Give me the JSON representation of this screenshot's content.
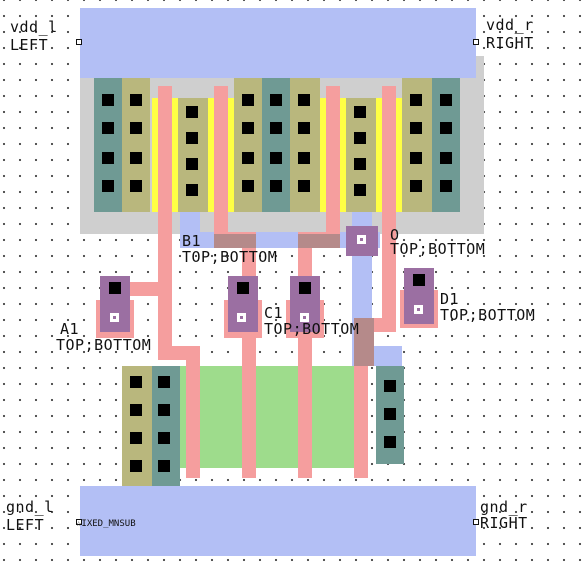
{
  "colors": {
    "metal1": "#b3bff5",
    "nwell": "#cfcfcf",
    "diff_p": "#b9b77d",
    "diff_n": "#6f9a94",
    "poly": "#f59e9e",
    "yellow": "#ffff44",
    "green": "#9edc8c",
    "contact": "#000000",
    "via": "#9b6fa2",
    "local": "#b58a8a"
  },
  "pins": {
    "vdd_l": {
      "name": "vdd_l",
      "dir": "LEFT"
    },
    "vdd_r": {
      "name": "vdd_r",
      "dir": "RIGHT"
    },
    "gnd_l": {
      "name": "gnd_l",
      "dir": "LEFT"
    },
    "gnd_r": {
      "name": "gnd_r",
      "dir": "RIGHT"
    }
  },
  "io": {
    "a1": {
      "name": "A1",
      "access": "TOP;BOTTOM"
    },
    "b1": {
      "name": "B1",
      "access": "TOP;BOTTOM"
    },
    "c1": {
      "name": "C1",
      "access": "TOP;BOTTOM"
    },
    "d1": {
      "name": "D1",
      "access": "TOP;BOTTOM"
    },
    "o": {
      "name": "O",
      "access": "TOP;BOTTOM"
    }
  },
  "substrate_label": "IXED_MNSUB"
}
